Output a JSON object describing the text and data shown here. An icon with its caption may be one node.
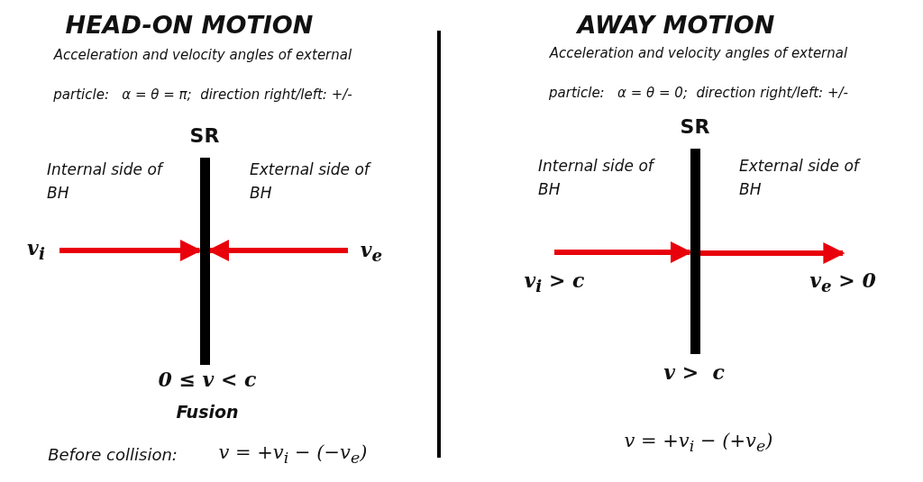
{
  "diagram": {
    "nodes": [
      {
        "text": [
          "SR"
        ]
      },
      {
        "text": [
          "v$_{i}$"
        ]
      },
      {
        "text": [
          "v$_{e}$"
        ]
      },
      {
        "text": [
          "SR"
        ]
      }
    ],
    "edges": [
      {
        "from": 1,
        "to": 0,
        "arrow": "to"
      },
      {
        "from": 2,
        "to": 0,
        "arrow": "to"
      },
      {
        "from": null,
        "to": 3,
        "arrow": "to"
      },
      {
        "from": 3,
        "to": null,
        "arrow": "to"
      }
    ],
    "labels": [
      "HEAD-ON MOTION",
      "Acceleration and velocity angles of external",
      "particle:   α = θ = π;  direction right/left: +/-",
      "Internal side of BH",
      "External side of BH",
      "0 ≤ v < c",
      "Fusion",
      "Before collision:",
      "v = +v$_{i}$ − (−v$_{e}$)",
      "AWAY MOTION",
      "Acceleration and velocity angles of external",
      "particle:   α = θ = 0;  direction right/left: +/-",
      "Internal side of BH",
      "External side of BH",
      "v$_{i}$ > c",
      "v$_{e}$ > 0",
      "v >  c",
      "v = +v$_{i}$ − (+v$_{e}$)"
    ]
  }
}
